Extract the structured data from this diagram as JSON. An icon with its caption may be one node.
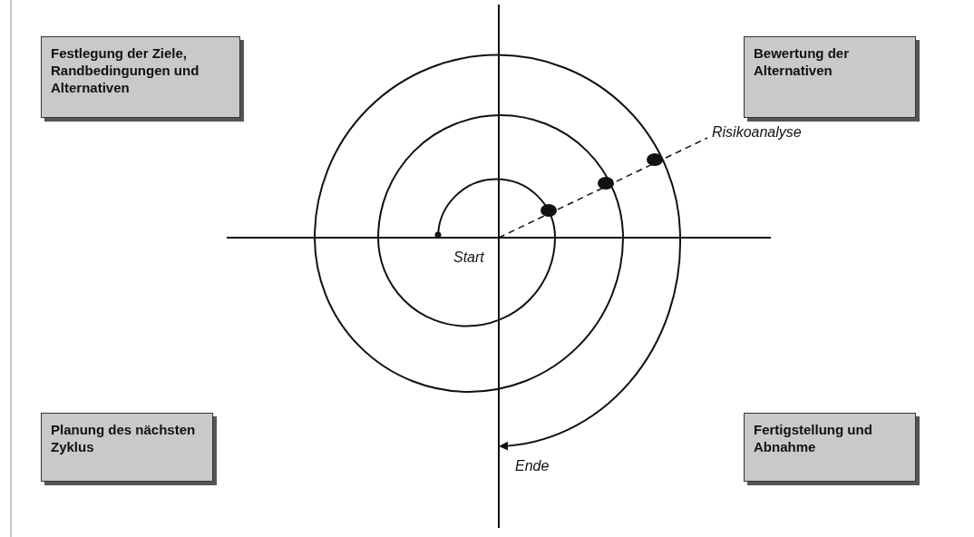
{
  "diagram": {
    "nodes": [
      {
        "text": [
          "Festlegung der Ziele, Randbedingungen und Alternativen"
        ]
      },
      {
        "text": [
          "Bewertung der Alternativen"
        ]
      },
      {
        "text": [
          "Planung des nächsten Zyklus"
        ]
      },
      {
        "text": [
          "Fertigstellung und Abnahme"
        ]
      }
    ],
    "labels": [
      "Risikoanalyse",
      "Start",
      "Ende"
    ]
  }
}
